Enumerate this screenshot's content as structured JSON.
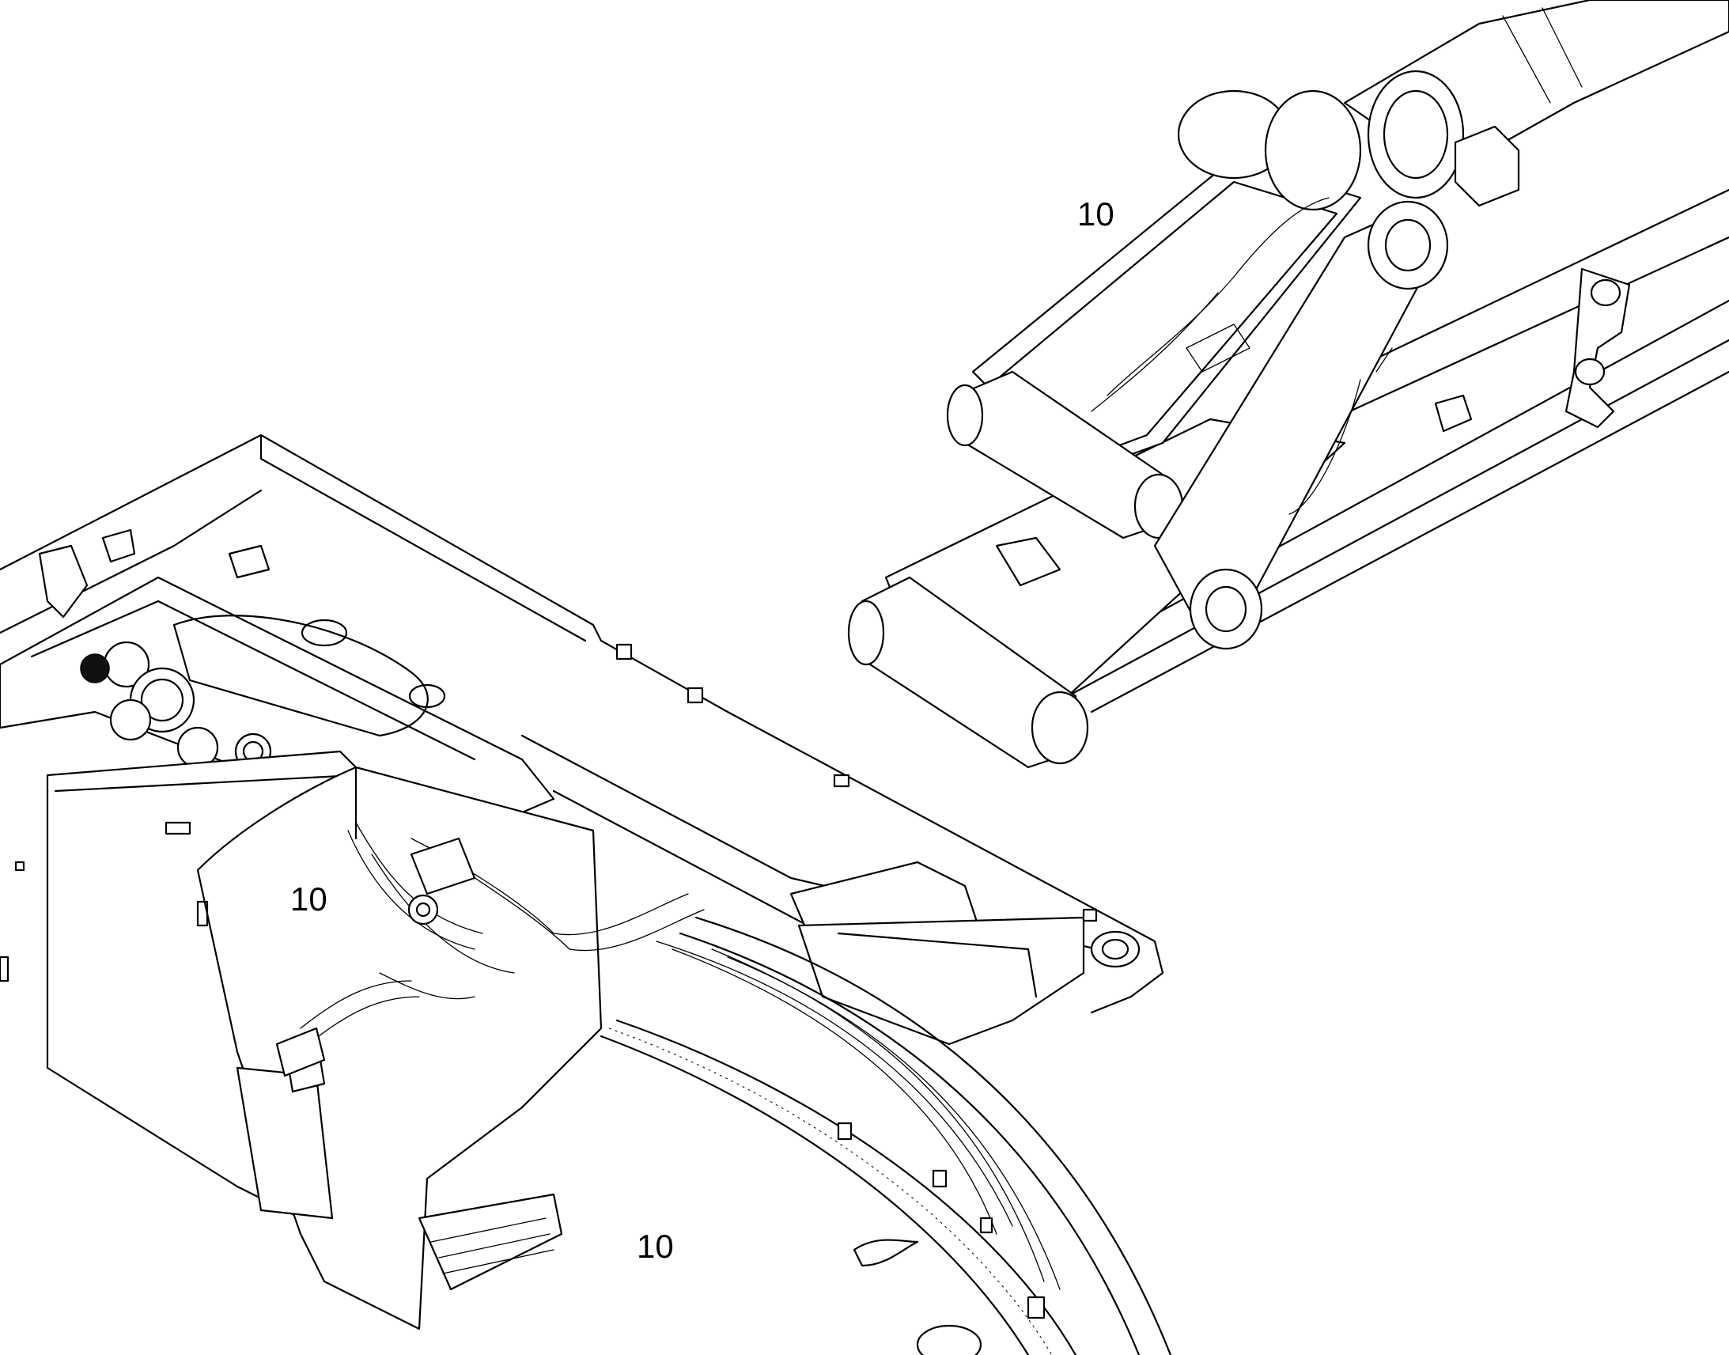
{
  "callouts": [
    {
      "id": "boom-foot",
      "label": "10"
    },
    {
      "id": "turret",
      "label": "10"
    },
    {
      "id": "slewing-ring",
      "label": "10"
    }
  ]
}
